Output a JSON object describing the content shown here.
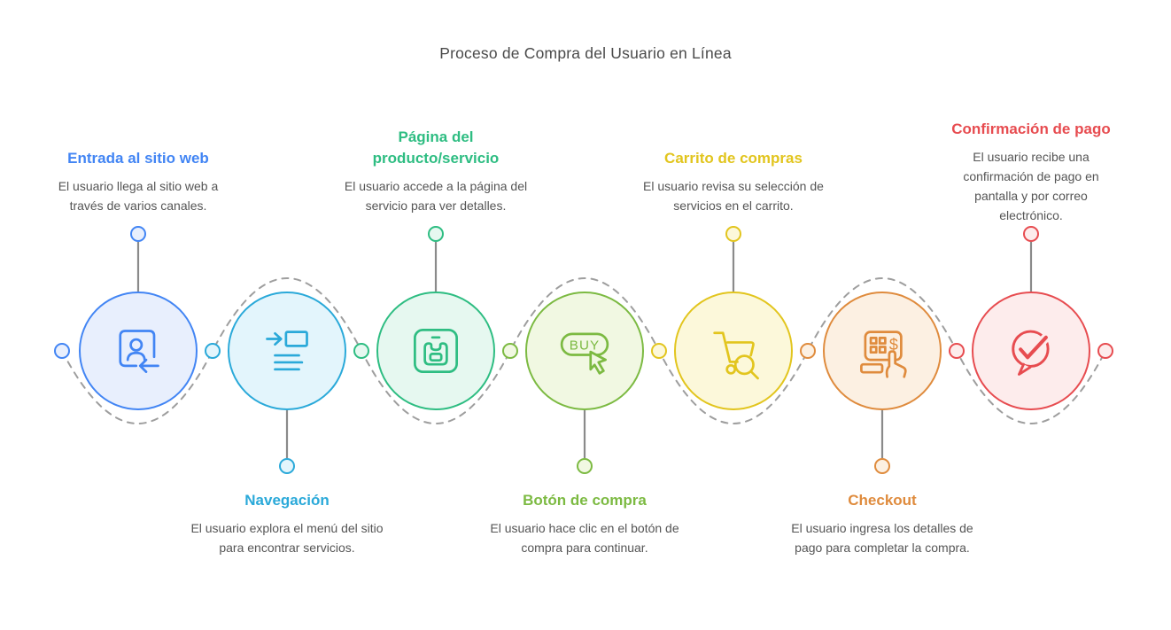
{
  "title": "Proceso de Compra del Usuario en Línea",
  "steps": [
    {
      "key": "entrada-al-sitio-web",
      "label": "Entrada al sitio web",
      "description": "El usuario llega al sitio web a través de varios canales.",
      "color": "#4285f4",
      "fill": "#e8effd",
      "icon": "user-login-icon",
      "label_position": "top"
    },
    {
      "key": "navegacion",
      "label": "Navegación",
      "description": "El usuario explora el menú del sitio para encontrar servicios.",
      "color": "#2aa9d9",
      "fill": "#e3f5fc",
      "icon": "menu-navigation-icon",
      "label_position": "bottom"
    },
    {
      "key": "pagina-del-producto-servicio",
      "label": "Página del producto/servicio",
      "description": "El usuario accede a la página del servicio para ver detalles.",
      "color": "#2ebd82",
      "fill": "#e6f8f0",
      "icon": "product-box-icon",
      "label_position": "top"
    },
    {
      "key": "boton-de-compra",
      "label": "Botón de compra",
      "description": "El usuario hace clic en el botón de compra para continuar.",
      "color": "#7cba42",
      "fill": "#f1f8e2",
      "icon": "buy-button-cursor-icon",
      "label_position": "bottom"
    },
    {
      "key": "carrito-de-compras",
      "label": "Carrito de compras",
      "description": "El usuario revisa su selección de servicios en el carrito.",
      "color": "#e2c51e",
      "fill": "#fcf8da",
      "icon": "cart-search-icon",
      "label_position": "top"
    },
    {
      "key": "checkout",
      "label": "Checkout",
      "description": "El usuario ingresa los detalles de pago para completar la compra.",
      "color": "#df8b3d",
      "fill": "#fcf0e2",
      "icon": "payment-terminal-icon",
      "label_position": "bottom"
    },
    {
      "key": "confirmacion-de-pago",
      "label": "Confirmación de pago",
      "description": "El usuario recibe una confirmación de pago en pantalla y por correo electrónico.",
      "color": "#e74c50",
      "fill": "#fdecec",
      "icon": "chat-check-icon",
      "label_position": "top"
    }
  ],
  "icon_texts": {
    "buy": "BUY",
    "dollar": "$"
  },
  "connector": {
    "style": "dashed",
    "color": "#9e9e9e",
    "stem_color": "#8a8a8a",
    "node_colors": [
      "#4285f4",
      "#2aa9d9",
      "#2ebd82",
      "#7cba42",
      "#e2c51e",
      "#df8b3d",
      "#e74c50",
      "#e74c50"
    ],
    "node_fills": [
      "#e8effd",
      "#e3f5fc",
      "#e6f8f0",
      "#f1f8e2",
      "#fcf8da",
      "#fcf0e2",
      "#fdecec",
      "#fdecec"
    ]
  }
}
